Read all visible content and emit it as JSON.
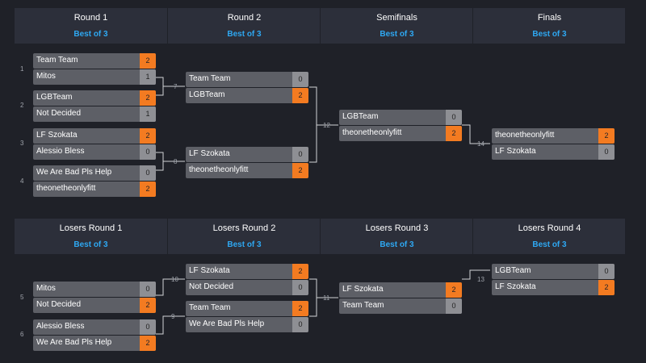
{
  "winners_header": [
    {
      "title": "Round 1",
      "format": "Best of 3"
    },
    {
      "title": "Round 2",
      "format": "Best of 3"
    },
    {
      "title": "Semifinals",
      "format": "Best of 3"
    },
    {
      "title": "Finals",
      "format": "Best of 3"
    }
  ],
  "losers_header": [
    {
      "title": "Losers Round 1",
      "format": "Best of 3"
    },
    {
      "title": "Losers Round 2",
      "format": "Best of 3"
    },
    {
      "title": "Losers Round 3",
      "format": "Best of 3"
    },
    {
      "title": "Losers Round 4",
      "format": "Best of 3"
    }
  ],
  "winners_matches": [
    {
      "number": "1",
      "teams": [
        {
          "name": "Team Team",
          "score": "2",
          "won": true
        },
        {
          "name": "Mitos",
          "score": "1",
          "won": false
        }
      ]
    },
    {
      "number": "2",
      "teams": [
        {
          "name": "LGBTeam",
          "score": "2",
          "won": true
        },
        {
          "name": "Not Decided",
          "score": "1",
          "won": false
        }
      ]
    },
    {
      "number": "3",
      "teams": [
        {
          "name": "LF Szokata",
          "score": "2",
          "won": true
        },
        {
          "name": "Alessio Bless",
          "score": "0",
          "won": false
        }
      ]
    },
    {
      "number": "4",
      "teams": [
        {
          "name": "We Are Bad Pls Help",
          "score": "0",
          "won": false
        },
        {
          "name": "theonetheonlyfitt",
          "score": "2",
          "won": true
        }
      ]
    },
    {
      "number": "7",
      "teams": [
        {
          "name": "Team Team",
          "score": "0",
          "won": false
        },
        {
          "name": "LGBTeam",
          "score": "2",
          "won": true
        }
      ]
    },
    {
      "number": "8",
      "teams": [
        {
          "name": "LF Szokata",
          "score": "0",
          "won": false
        },
        {
          "name": "theonetheonlyfitt",
          "score": "2",
          "won": true
        }
      ]
    },
    {
      "number": "12",
      "teams": [
        {
          "name": "LGBTeam",
          "score": "0",
          "won": false
        },
        {
          "name": "theonetheonlyfitt",
          "score": "2",
          "won": true
        }
      ]
    },
    {
      "number": "14",
      "teams": [
        {
          "name": "theonetheonlyfitt",
          "score": "2",
          "won": true
        },
        {
          "name": "LF Szokata",
          "score": "0",
          "won": false
        }
      ]
    }
  ],
  "losers_matches": [
    {
      "number": "5",
      "teams": [
        {
          "name": "Mitos",
          "score": "0",
          "won": false
        },
        {
          "name": "Not Decided",
          "score": "2",
          "won": true
        }
      ]
    },
    {
      "number": "6",
      "teams": [
        {
          "name": "Alessio Bless",
          "score": "0",
          "won": false
        },
        {
          "name": "We Are Bad Pls Help",
          "score": "2",
          "won": true
        }
      ]
    },
    {
      "number": "10",
      "teams": [
        {
          "name": "LF Szokata",
          "score": "2",
          "won": true
        },
        {
          "name": "Not Decided",
          "score": "0",
          "won": false
        }
      ]
    },
    {
      "number": "9",
      "teams": [
        {
          "name": "Team Team",
          "score": "2",
          "won": true
        },
        {
          "name": "We Are Bad Pls Help",
          "score": "0",
          "won": false
        }
      ]
    },
    {
      "number": "11",
      "teams": [
        {
          "name": "LF Szokata",
          "score": "2",
          "won": true
        },
        {
          "name": "Team Team",
          "score": "0",
          "won": false
        }
      ]
    },
    {
      "number": "13",
      "teams": [
        {
          "name": "LGBTeam",
          "score": "0",
          "won": false
        },
        {
          "name": "LF Szokata",
          "score": "2",
          "won": true
        }
      ]
    }
  ],
  "colors": {
    "accent": "#f37b21",
    "link": "#2ea8f2",
    "background": "#1f2128"
  }
}
